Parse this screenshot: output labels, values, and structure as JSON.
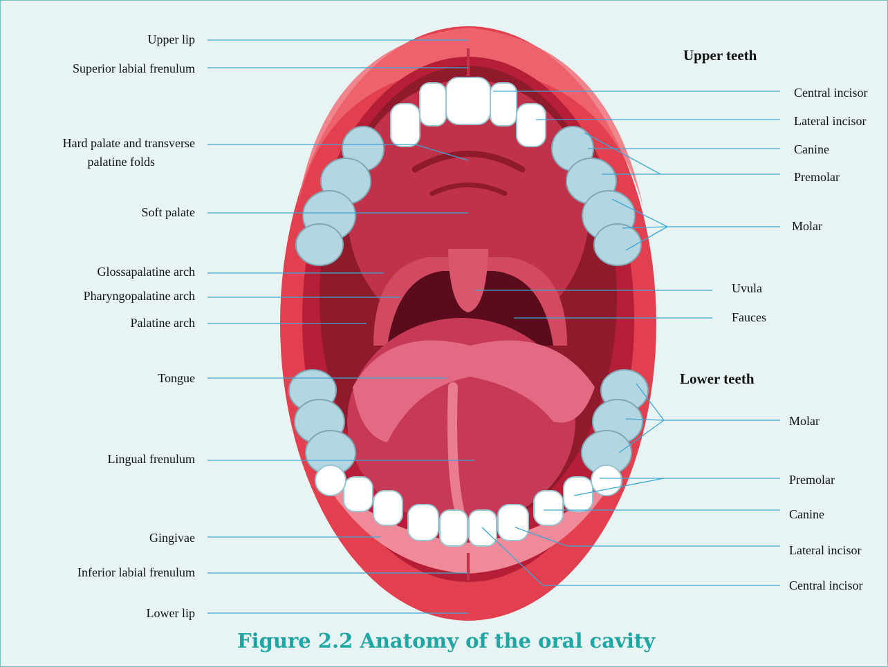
{
  "caption": "Figure 2.2 Anatomy of the oral cavity",
  "headings": {
    "upper_teeth": "Upper teeth",
    "lower_teeth": "Lower teeth"
  },
  "left_labels": [
    "Upper lip",
    "Superior labial frenulum",
    "Hard palate and transverse",
    "palatine folds",
    "Soft palate",
    "Glossapalatine arch",
    "Pharyngopalatine arch",
    "Palatine arch",
    "Tongue",
    "Lingual frenulum",
    "Gingivae",
    "Inferior labial frenulum",
    "Lower lip"
  ],
  "right_labels": [
    "Central incisor",
    "Lateral incisor",
    "Canine",
    "Premolar",
    "Molar",
    "Uvula",
    "Fauces",
    "Molar",
    "Premolar",
    "Canine",
    "Lateral incisor",
    "Central incisor"
  ],
  "colors": {
    "background": "#e8f4f4",
    "border": "#6fc4c0",
    "leader_line": "#3aa6d8",
    "caption": "#1ea7a4",
    "lip": "#e2404e",
    "cavity": "#8e1a2c",
    "palate": "#c0324a",
    "tongue": "#d2506a",
    "tooth": "#ffffff",
    "molar": "#b4d6e0"
  }
}
